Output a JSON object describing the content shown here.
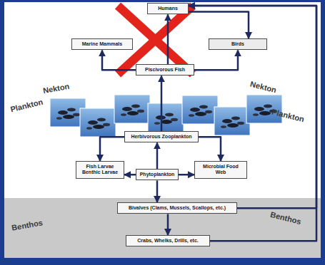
{
  "diagram": {
    "nodes": [
      {
        "text": [
          "Humans"
        ]
      },
      {
        "text": [
          "Marine Mammals"
        ]
      },
      {
        "text": [
          "Birds"
        ]
      },
      {
        "text": [
          "Piscivorous Fish"
        ]
      },
      {
        "text": [
          "Herbivorous Zooplankton"
        ]
      },
      {
        "text": [
          "Fish Larvae Benthic Larvae"
        ]
      },
      {
        "text": [
          "Phytoplankton"
        ]
      },
      {
        "text": [
          "Microbial Food Web"
        ]
      },
      {
        "text": [
          "Bivalves (Clams, Mussels, Scallops, etc.)"
        ]
      },
      {
        "text": [
          "Crabs, Whelks, Drills, etc."
        ]
      }
    ],
    "edges": [
      {
        "from": 6,
        "to": 4,
        "arrow": "to"
      },
      {
        "from": 6,
        "to": 5,
        "arrow": "to"
      },
      {
        "from": 6,
        "to": 7,
        "arrow": "to"
      },
      {
        "from": 4,
        "to": 5,
        "arrow": "to"
      },
      {
        "from": 4,
        "to": 7,
        "arrow": "to"
      },
      {
        "from": 4,
        "to": 3,
        "arrow": "to"
      },
      {
        "from": 3,
        "to": 0,
        "arrow": "to"
      },
      {
        "from": 3,
        "to": 2,
        "arrow": "to"
      },
      {
        "from": 3,
        "to": 1,
        "arrow": "to"
      },
      {
        "from": 0,
        "to": 2,
        "arrow": "to"
      },
      {
        "from": 6,
        "to": 8,
        "arrow": "to"
      },
      {
        "from": 8,
        "to": 9,
        "arrow": "to"
      },
      {
        "from": 8,
        "to": 0,
        "arrow": "to"
      },
      {
        "from": 9,
        "to": 0,
        "arrow": "to"
      }
    ],
    "labels": [
      "Nekton",
      "Plankton",
      "Nekton",
      "Plankton",
      "Benthos",
      "Benthos"
    ]
  }
}
